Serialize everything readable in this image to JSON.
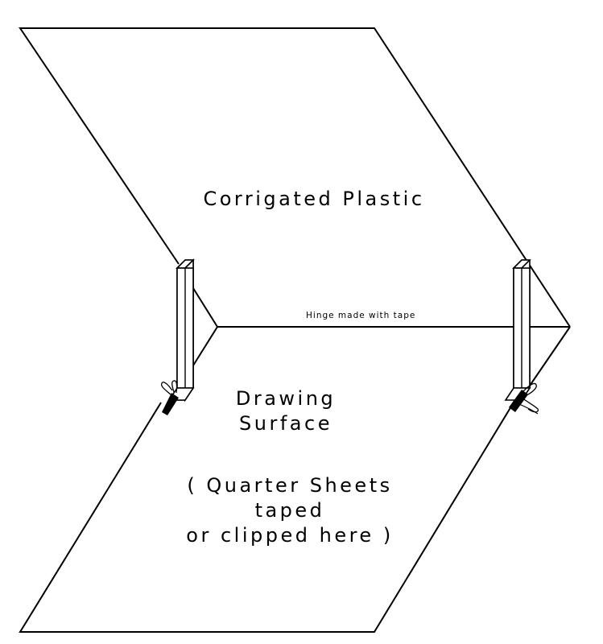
{
  "diagram": {
    "top_panel_label": "Corrigated Plastic",
    "hinge_label": "Hinge made with tape",
    "bottom_panel_label": [
      "Drawing",
      "Surface"
    ],
    "bottom_panel_note": [
      "( Quarter Sheets",
      "taped",
      "or clipped here )"
    ],
    "stroke_color": "#000000",
    "background_color": "#ffffff",
    "icons": [
      "binder-clip-icon",
      "binder-clip-icon"
    ]
  }
}
